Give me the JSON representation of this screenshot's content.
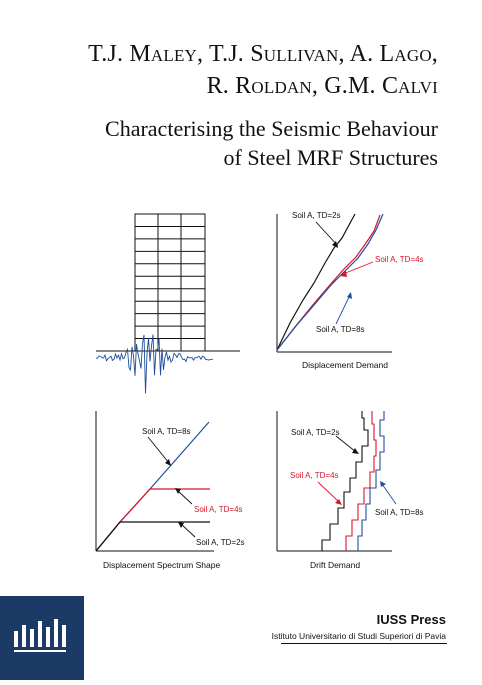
{
  "cover": {
    "authors_line1": "T.J. Maley, T.J. Sullivan, A. Lago,",
    "authors_line2": "R. Roldan, G.M. Calvi",
    "title_line1": "Characterising the Seismic Behaviour",
    "title_line2": "of Steel MRF Structures"
  },
  "figures": {
    "displacement_demand": {
      "caption": "Displacement Demand",
      "label_td2": "Soil A, TD=2s",
      "label_td4": "Soil A, TD=4s",
      "label_td8": "Soil A, TD=8s"
    },
    "spectrum_shape": {
      "caption": "Displacement Spectrum  Shape",
      "label_td8": "Soil A, TD=8s",
      "label_td4": "Soil A, TD=4s",
      "label_td2": "Soil A, TD=2s"
    },
    "drift_demand": {
      "caption": "Drift Demand",
      "label_td2": "Soil A, TD=2s",
      "label_td4": "Soil A, TD=4s",
      "label_td8": "Soil A, TD=8s"
    }
  },
  "publisher": {
    "name": "IUSS Press",
    "subtitle": "Istituto Universitario di Studi Superiori di Pavia"
  },
  "colors": {
    "logo_background": "#1c3a66",
    "red_series": "#d9142b",
    "blue_series": "#1f4e9e",
    "black_series": "#111111"
  }
}
